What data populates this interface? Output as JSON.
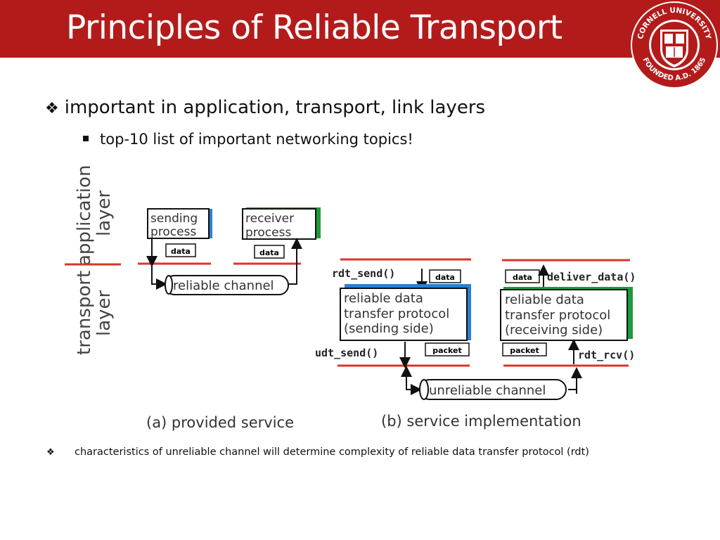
{
  "slide": {
    "title": "Principles of Reliable Transport",
    "bullet_main": "important in application, transport, link layers",
    "bullet_sub": "top-10 list of important networking topics!",
    "bullet_bottom": "characteristics of unreliable channel will determine complexity of reliable data transfer protocol (rdt)"
  },
  "logo": {
    "text_top": "CORNELL UNIVERSITY",
    "text_bottom": "FOUNDED A.D. 1865"
  },
  "diagram": {
    "layers": {
      "application": "application",
      "application_2": "layer",
      "transport": "transport",
      "transport_2": "layer"
    },
    "a": {
      "sending_1": "sending",
      "sending_2": "process",
      "receiver_1": "receiver",
      "receiver_2": "process",
      "data_left": "data",
      "data_right": "data",
      "reliable_channel": "reliable channel",
      "caption": "(a)  provided service"
    },
    "b": {
      "rdt_send": "rdt_send()",
      "data_left": "data",
      "send_1": "reliable data",
      "send_2": "transfer protocol",
      "send_3": "(sending side)",
      "udt_send": "udt_send()",
      "packet_left": "packet",
      "deliver_data": "deliver_data()",
      "data_right": "data",
      "recv_1": "reliable data",
      "recv_2": "transfer protocol",
      "recv_3": "(receiving side)",
      "rdt_rcv": "rdt_rcv()",
      "packet_right": "packet",
      "unreliable_channel": "unreliable channel",
      "caption": "(b) service implementation"
    }
  },
  "colors": {
    "header": "#b31b1b",
    "blue": "#2a7fd4",
    "green": "#1f9a3a",
    "red_line": "#d8352a"
  }
}
